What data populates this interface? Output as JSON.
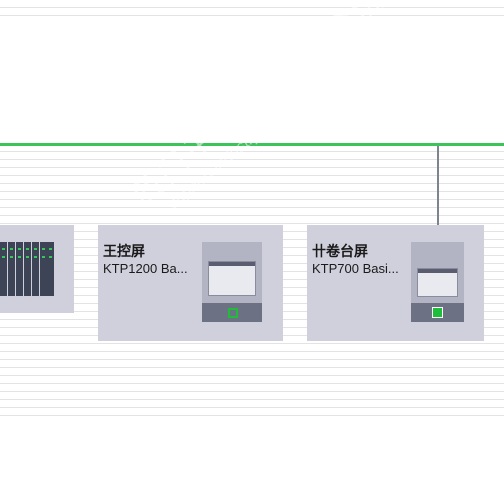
{
  "network": {
    "line_color": "#3cc35a"
  },
  "devices": [
    {
      "name": "",
      "type": "",
      "kind": "plc"
    },
    {
      "name": "王控屏",
      "type": "KTP1200 Ba...",
      "kind": "hmi",
      "status_color": "#1fbe3a",
      "status_filled": false
    },
    {
      "name": "卄卷台屏",
      "type": "KTP700 Basi...",
      "kind": "hmi",
      "status_color": "#1fbe3a",
      "status_filled": true
    }
  ],
  "watermark": {
    "line1": "西门子工业 技术论坛",
    "line2": "support.industry.siemens.com/cs"
  },
  "colors": {
    "device_bg": "#cfd0dc",
    "connector": "#7e8390",
    "grid_line": "#e3e3e3"
  }
}
